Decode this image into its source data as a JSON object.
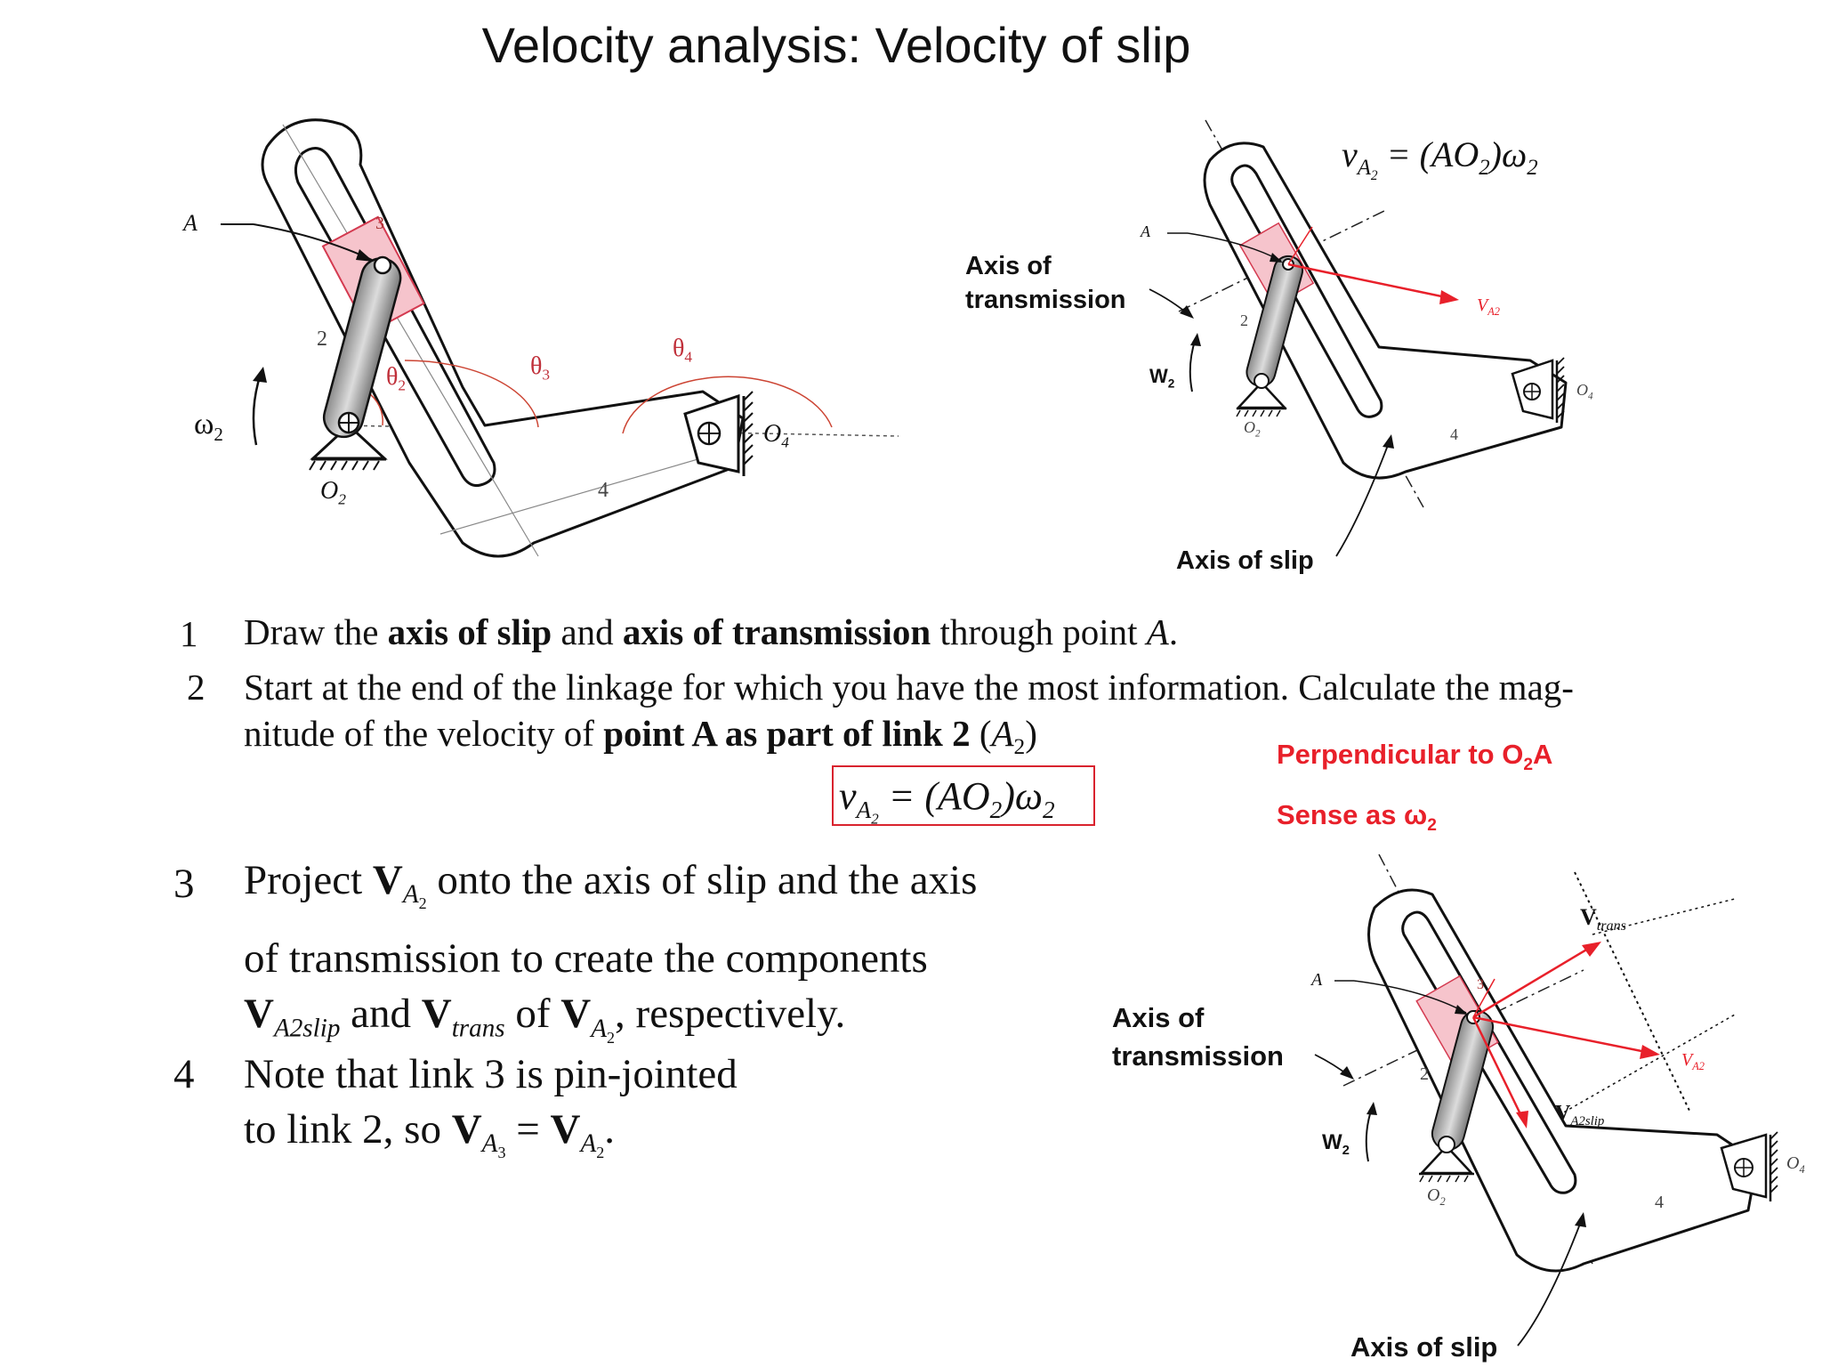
{
  "title": "Velocity analysis: Velocity of slip",
  "fig1": {
    "point_a": "A",
    "omega": "ω",
    "omega_sub": "2",
    "o2": "O",
    "o2_sub": "2",
    "o4": "O",
    "o4_sub": "4",
    "link2": "2",
    "link3": "3",
    "link4": "4",
    "theta2": "θ",
    "theta2_sub": "2",
    "theta3": "θ",
    "theta3_sub": "3",
    "theta4": "θ",
    "theta4_sub": "4"
  },
  "fig2": {
    "eq_v": "v",
    "eq_sub": "A",
    "eq_subsub": "2",
    "eq_rest": "= (AO",
    "eq_rest_sub": "2",
    "eq_end": ")ω",
    "eq_end_sub": "2",
    "axis_trans_1": "Axis of",
    "axis_trans_2": "transmission",
    "axis_slip": "Axis of slip",
    "point_a": "A",
    "w": "W",
    "w_sub": "2",
    "o2": "O",
    "o2_sub": "2",
    "o4": "O",
    "o4_sub": "4",
    "va2": "V",
    "va2_sub": "A2",
    "link2": "2",
    "link4": "4"
  },
  "fig3": {
    "axis_trans_1": "Axis of",
    "axis_trans_2": "transmission",
    "axis_slip": "Axis of slip",
    "point_a": "A",
    "w": "W",
    "w_sub": "2",
    "o2": "O",
    "o2_sub": "2",
    "o4": "O",
    "o4_sub": "4",
    "vtrans": "V",
    "vtrans_sub": "trans",
    "va2": "V",
    "va2_sub": "A2",
    "va2slip": "V",
    "va2slip_sub": "A2slip",
    "link2": "2",
    "link3": "3",
    "link4": "4"
  },
  "steps": {
    "s1_num": "1",
    "s1_a": "Draw the ",
    "s1_b": "axis of slip",
    "s1_c": " and ",
    "s1_d": "axis of transmission",
    "s1_e": "  through point ",
    "s1_f": "A",
    "s1_g": ".",
    "s2_num": "2",
    "s2_line1": "Start at the end of the linkage for which you have the most information.  Calculate the mag-",
    "s2_line2a": "nitude of the velocity of ",
    "s2_line2b": "point A as part of link 2",
    "s2_line2c": " (",
    "s2_line2d": "A",
    "s2_line2e": "2",
    "s2_line2f": ")",
    "s3_num": "3",
    "s3_a": "Project ",
    "s3_b": "V",
    "s3_c": "A",
    "s3_d": "2",
    "s3_e": " onto the axis of slip and the axis",
    "s3_line2": "of transmission to create the components",
    "s3_f": "V",
    "s3_g": "A2slip",
    "s3_h": " and ",
    "s3_i": "V",
    "s3_j": "trans",
    "s3_k": " of ",
    "s3_l": "V",
    "s3_m": "A",
    "s3_n": "2",
    "s3_o": ", respectively.",
    "s4_num": "4",
    "s4_line1": "Note  that link 3 is pin-jointed",
    "s4_a": "to link 2, so ",
    "s4_b": "V",
    "s4_c": "A",
    "s4_d": "3",
    "s4_e": " = ",
    "s4_f": "V",
    "s4_g": "A",
    "s4_h": "2",
    "s4_i": "."
  },
  "box_eq": {
    "v": "v",
    "sub_a": "A",
    "sub_2": "2",
    "rest": " = (AO",
    "rest_sub": "2",
    "end": ")ω",
    "end_sub": "2"
  },
  "red_notes": {
    "perp_a": "Perpendicular to O",
    "perp_sub": "2",
    "perp_b": "A",
    "sense_a": "Sense as ω",
    "sense_sub": "2"
  },
  "colors": {
    "accent_red": "#e8202a",
    "pink": "#f6c4cc",
    "ink": "#111111"
  }
}
